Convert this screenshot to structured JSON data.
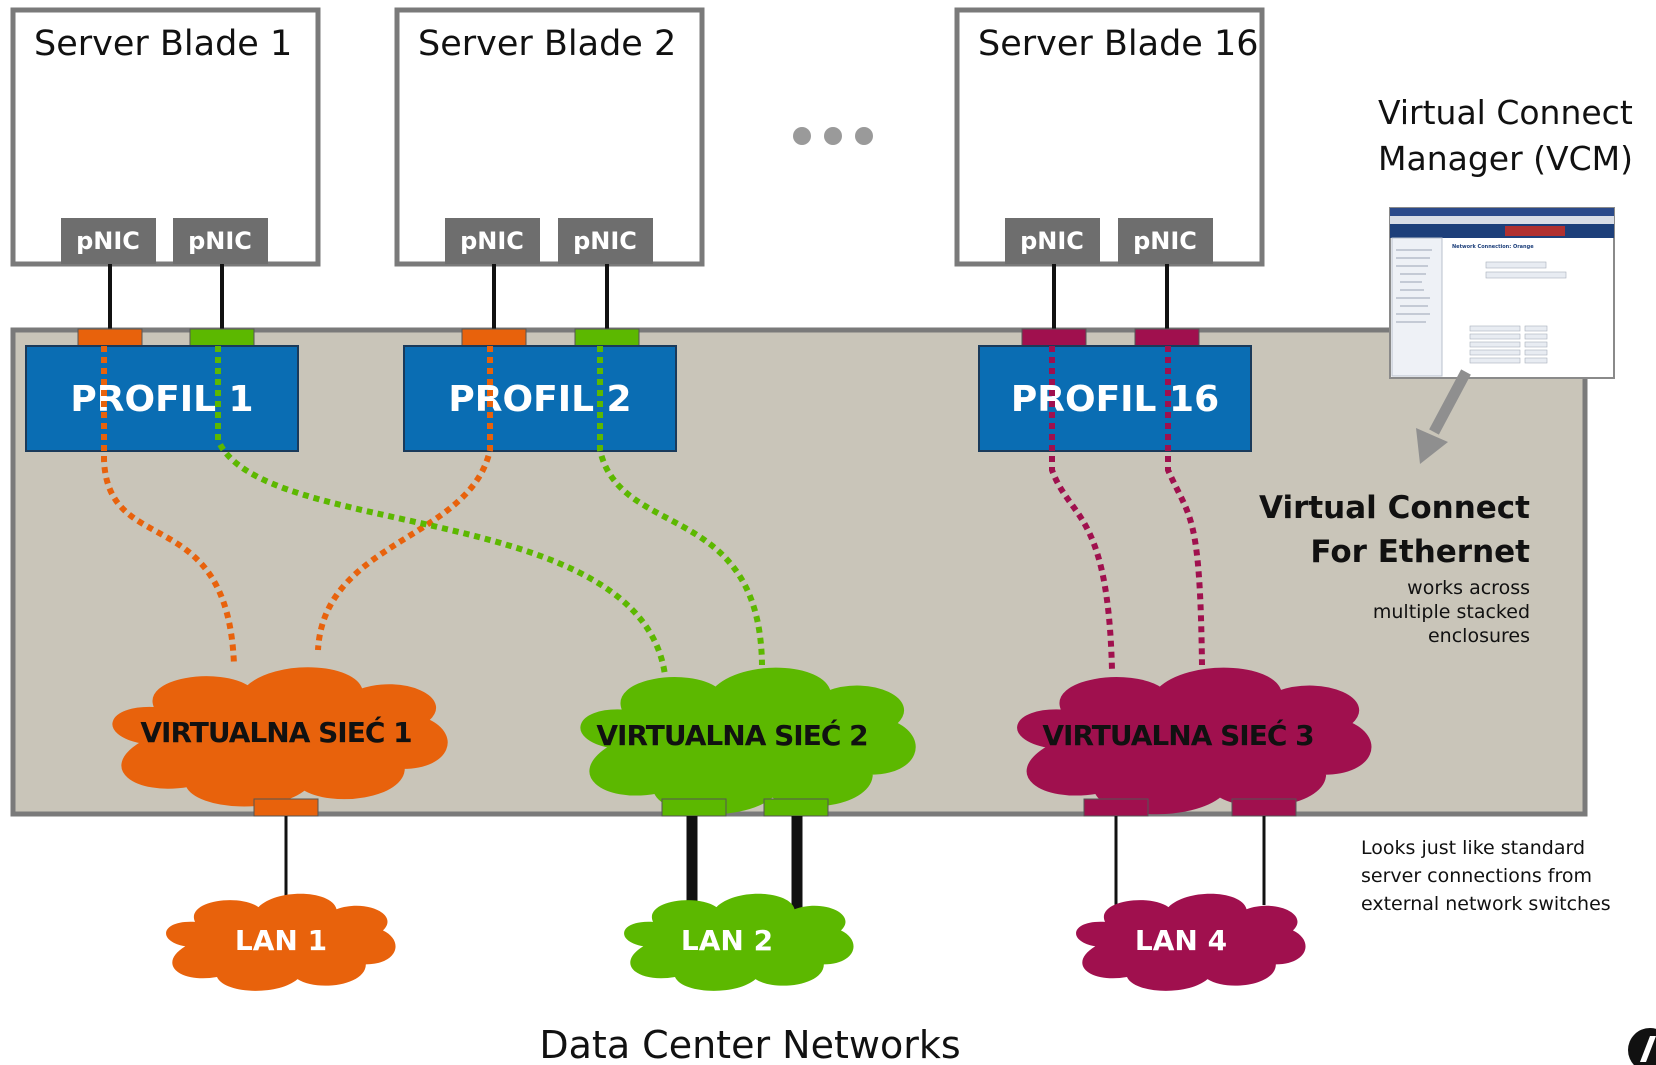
{
  "blades": [
    {
      "title": "Server Blade 1",
      "pnics": [
        "pNIC",
        "pNIC"
      ]
    },
    {
      "title": "Server Blade 2",
      "pnics": [
        "pNIC",
        "pNIC"
      ]
    },
    {
      "title": "Server Blade 16",
      "pnics": [
        "pNIC",
        "pNIC"
      ]
    }
  ],
  "profiles": [
    "PROFIL 1",
    "PROFIL 2",
    "PROFIL 16"
  ],
  "virtual_networks": [
    "VIRTUALNA SIEĆ 1",
    "VIRTUALNA SIEĆ 2",
    "VIRTUALNA SIEĆ 3"
  ],
  "lans": [
    "LAN 1",
    "LAN 2",
    "LAN 4"
  ],
  "vcm": {
    "line1": "Virtual Connect",
    "line2": "Manager (VCM)",
    "screenshot_heading": "Network Connection: Orange"
  },
  "vce": {
    "title_line1": "Virtual Connect",
    "title_line2": "For Ethernet",
    "note_line1": "works across",
    "note_line2": "multiple stacked",
    "note_line3": "enclosures"
  },
  "side_note": {
    "line1": "Looks just like standard",
    "line2": "server connections from",
    "line3": "external network switches"
  },
  "footer": "Data Center Networks",
  "colors": {
    "orange": "#e8620c",
    "green": "#5cb800",
    "maroon": "#a0104e",
    "profile_blue": "#0a6db3",
    "enclosure": "#c9c5b9",
    "pnic_gray": "#6e6e6e"
  }
}
